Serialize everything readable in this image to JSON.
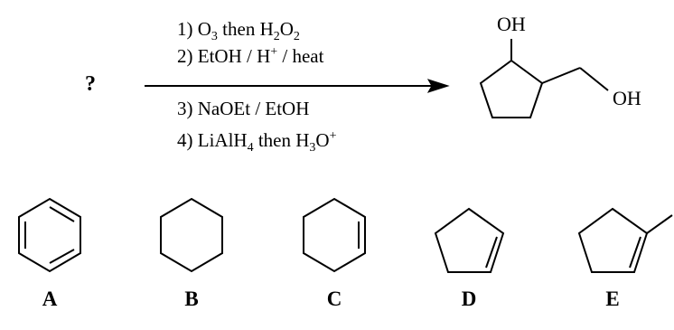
{
  "question_mark": "?",
  "reagents": {
    "step1": {
      "num": "1)",
      "a": "O",
      "a_sub": "3",
      "then": "then H",
      "b_sub": "2",
      "b": "O",
      "b2_sub": "2"
    },
    "step2": {
      "num": "2)",
      "a": "EtOH / H",
      "sup": "+",
      "b": "/ heat"
    },
    "step3": {
      "num": "3)",
      "a": "NaOEt / EtOH"
    },
    "step4": {
      "num": "4)",
      "a": "LiAlH",
      "a_sub": "4",
      "then": "then H",
      "b_sub": "3",
      "b": "O",
      "sup": "+"
    }
  },
  "product": {
    "oh_top": "OH",
    "oh_right": "OH"
  },
  "choices": [
    {
      "label": "A",
      "structure": "benzene-icon"
    },
    {
      "label": "B",
      "structure": "cyclohexane-icon"
    },
    {
      "label": "C",
      "structure": "cyclohexene-icon"
    },
    {
      "label": "D",
      "structure": "cyclopentene-icon"
    },
    {
      "label": "E",
      "structure": "1-methylcyclopentene-icon"
    }
  ]
}
